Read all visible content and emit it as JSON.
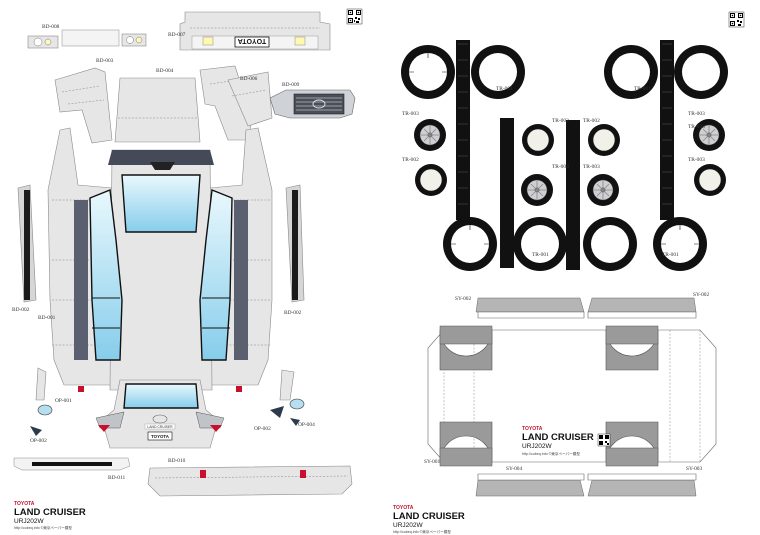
{
  "left_sheet": {
    "part_labels": {
      "bd008": "BD-008",
      "bd007": "BD-007",
      "bd003": "BD-003",
      "bd004": "BD-004",
      "bd006": "BD-006",
      "bd009": "BD-009",
      "bd002_left": "BD-002",
      "bd001": "BD-001",
      "bd002_right": "BD-002",
      "op001": "OP-001",
      "op002_left": "OP-002",
      "op002_right": "OP-002",
      "op004": "OP-004",
      "bd010": "BD-010",
      "bd011": "BD-011"
    },
    "plates": {
      "front_plate_mirrored": "TOYOTA",
      "rear_plate": "TOYOTA",
      "rear_badge": "LAND CRUISER"
    },
    "brand": {
      "maker": "TOYOTA",
      "model": "LAND CRUISER",
      "code": "URJ202W",
      "url": "http://cubeq.info ©東京ペーパー模型"
    }
  },
  "right_sheet": {
    "part_labels": {
      "tr001_tl": "TR-001",
      "tr001_tr": "TR-001",
      "tr002_a": "TR-002",
      "tr002_b": "TR-002",
      "tr002_c": "TR-002",
      "tr003_a": "TR-003",
      "tr003_b": "TR-003",
      "tr003_c": "TR-003",
      "tr003_d": "TR-003",
      "tr003_e": "TR-003",
      "tr003_f": "TR-003",
      "tr001_bl": "TR-001",
      "tr001_br": "TR-001",
      "sy002_left": "SY-002",
      "sy002_right": "SY-002",
      "sy001": "SY-001",
      "sy004": "SY-004",
      "sy003": "SY-003"
    },
    "chassis_brand": {
      "maker": "TOYOTA",
      "model": "LAND CRUISER",
      "code": "URJ202W",
      "url": "http://cubeq.info ©東京ペーパー模型"
    },
    "brand": {
      "maker": "TOYOTA",
      "model": "LAND CRUISER",
      "code": "URJ202W",
      "url": "http://cubeq.info ©東京ペーパー模型"
    }
  },
  "colors": {
    "body_silver": "#e6e6e6",
    "glass_light": "#dff4fb",
    "glass_blue": "#8fd3ef",
    "tire": "#111111",
    "brand_red": "#c8102e",
    "arch_grey": "#9a9a9a"
  }
}
